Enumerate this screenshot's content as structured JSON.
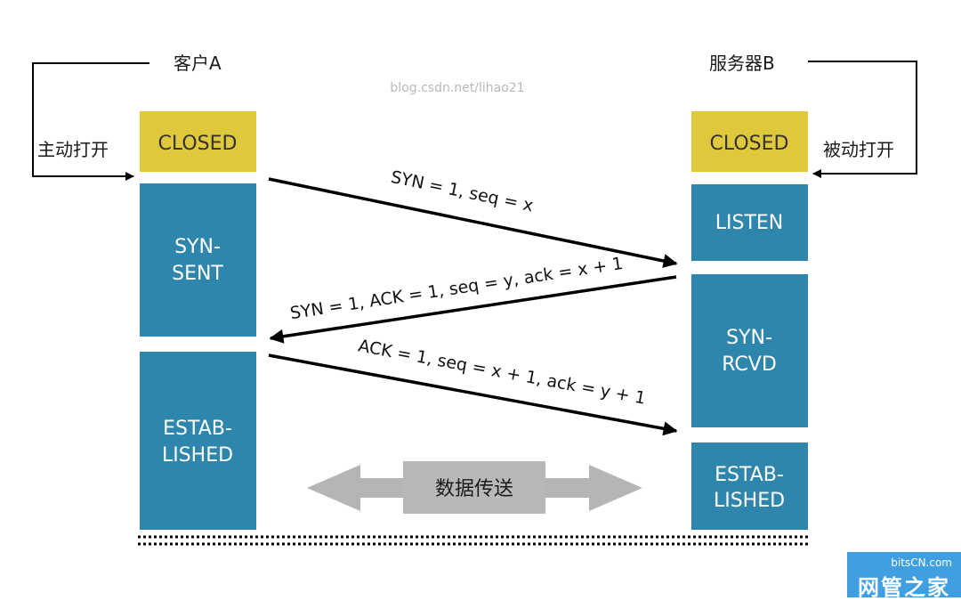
{
  "colors": {
    "closed_fill": "#e0c83d",
    "state_fill": "#2f86ac",
    "gray_arrow": "#b5b5b5",
    "transfer_box": "#b8b8b8",
    "badge": "#3f9fe0"
  },
  "client": {
    "title": "客户A",
    "action": "主动打开",
    "states": {
      "closed": "CLOSED",
      "syn_sent_1": "SYN-",
      "syn_sent_2": "SENT",
      "established_1": "ESTAB-",
      "established_2": "LISHED"
    }
  },
  "server": {
    "title": "服务器B",
    "action": "被动打开",
    "states": {
      "closed": "CLOSED",
      "listen": "LISTEN",
      "syn_rcvd_1": "SYN-",
      "syn_rcvd_2": "RCVD",
      "established_1": "ESTAB-",
      "established_2": "LISHED"
    }
  },
  "messages": {
    "syn": "SYN = 1, seq = x",
    "syn_ack": "SYN = 1, ACK = 1, seq = y, ack = x + 1",
    "ack": "ACK = 1, seq = x + 1, ack = y + 1"
  },
  "data_transfer": "数据传送",
  "watermark": "blog.csdn.net/lihao21",
  "badge": {
    "top": "bitsCN.com",
    "main": "网管之家"
  }
}
